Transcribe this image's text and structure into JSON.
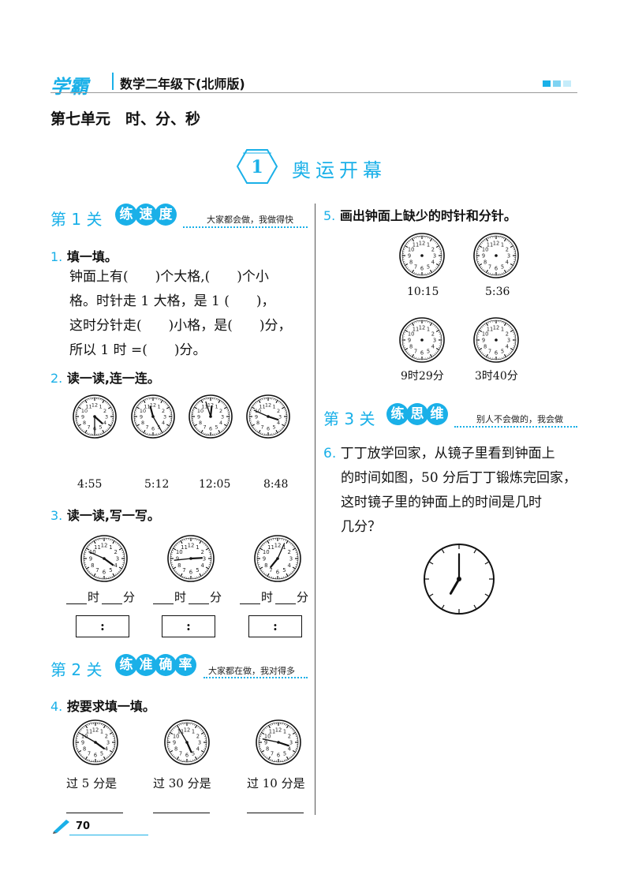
{
  "header": {
    "logo": "学霸",
    "book_title": "数学二年级下(北师版)"
  },
  "unit_title": "第七单元　时、分、秒",
  "lesson": {
    "number": "1",
    "title": "奥运开幕"
  },
  "sections": [
    {
      "level": "第 1 关",
      "pill": [
        "练",
        "速",
        "度"
      ],
      "tagline": "大家都会做，我做得快"
    },
    {
      "level": "第 2 关",
      "pill": [
        "练",
        "准",
        "确",
        "率"
      ],
      "tagline": "大家都在做，我对得多"
    },
    {
      "level": "第 3 关",
      "pill": [
        "练",
        "思",
        "维"
      ],
      "tagline": "别人不会做的，我会做"
    }
  ],
  "q1": {
    "num": "1.",
    "title": "填一填。",
    "lines": [
      "钟面上有(　　)个大格,(　　)个小",
      "格。时针走 1 大格，是 1 (　　)，",
      "这时分针走(　　)小格，是(　　)分，",
      "所以 1 时 =(　　)分。"
    ]
  },
  "q2": {
    "num": "2.",
    "title": "读一读,连一连。",
    "labels": [
      "4:55",
      "5:12",
      "12:05",
      "8:48"
    ]
  },
  "q3": {
    "num": "3.",
    "title": "读一读,写一写。",
    "unit_hour": "时",
    "unit_min": "分",
    "colon": ":"
  },
  "q4": {
    "num": "4.",
    "title": "按要求填一填。",
    "labels": [
      "过 5 分是",
      "过 30 分是",
      "过 10 分是"
    ]
  },
  "q5": {
    "num": "5.",
    "title": "画出钟面上缺少的时针和分针。",
    "labels": [
      "10:15",
      "5:36",
      "9时29分",
      "3时40分"
    ]
  },
  "q6": {
    "num": "6.",
    "lines": [
      "丁丁放学回家，从镜子里看到钟面上",
      "的时间如图，50 分后丁丁锻炼完回家，",
      "这时镜子里的钟面上的时间是几时",
      "几分？"
    ]
  },
  "footer": {
    "page": "70"
  },
  "colors": {
    "accent": "#1ab0e8"
  },
  "clocks": {
    "q2": [
      {
        "h": 4.4,
        "m": 30
      },
      {
        "h": 11.5,
        "m": 25
      },
      {
        "h": 0.2,
        "m": 57
      },
      {
        "h": 3.6,
        "m": 49
      }
    ],
    "q3": [
      {
        "h": 4.2,
        "m": 49
      },
      {
        "h": 2.9,
        "m": 44
      },
      {
        "h": 7.3,
        "m": 4
      }
    ],
    "q4": [
      {
        "h": 4.2,
        "m": 50
      },
      {
        "h": 5.2,
        "m": 55
      },
      {
        "h": 3.6,
        "m": 47
      }
    ],
    "q6": {
      "h": 7.0,
      "m": 0
    }
  }
}
